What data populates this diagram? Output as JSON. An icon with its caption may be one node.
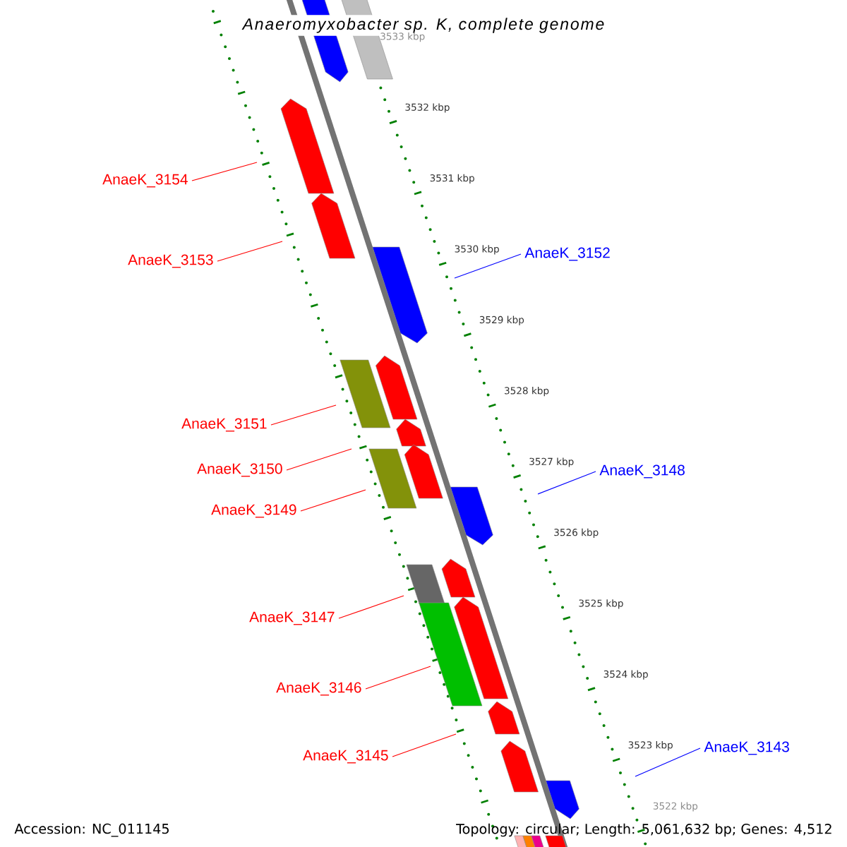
{
  "diagram": {
    "title": "*Anaeromyxobacter sp. K, complete genome*",
    "nodes": [
      {
        "text": [
          "AnaeK_3154"
        ]
      },
      {
        "text": [
          "AnaeK_3153"
        ]
      },
      {
        "text": [
          "AnaeK_3152"
        ]
      },
      {
        "text": [
          "AnaeK_3151"
        ]
      },
      {
        "text": [
          "AnaeK_3150"
        ]
      },
      {
        "text": [
          "AnaeK_3149"
        ]
      },
      {
        "text": [
          "AnaeK_3148"
        ]
      },
      {
        "text": [
          "AnaeK_3147"
        ]
      },
      {
        "text": [
          "AnaeK_3146"
        ]
      },
      {
        "text": [
          "AnaeK_3145"
        ]
      },
      {
        "text": [
          "AnaeK_3143"
        ]
      }
    ],
    "edges": [
      {
        "from": 0,
        "to": null,
        "arrow": "none"
      },
      {
        "from": 1,
        "to": null,
        "arrow": "none"
      },
      {
        "from": 2,
        "to": null,
        "arrow": "none",
        "color": "#0000ff"
      },
      {
        "from": 3,
        "to": null,
        "arrow": "none"
      },
      {
        "from": 4,
        "to": null,
        "arrow": "none"
      },
      {
        "from": 5,
        "to": null,
        "arrow": "none"
      },
      {
        "from": 6,
        "to": null,
        "arrow": "none",
        "color": "#0000ff"
      },
      {
        "from": 7,
        "to": null,
        "arrow": "none"
      },
      {
        "from": 8,
        "to": null,
        "arrow": "none"
      },
      {
        "from": 9,
        "to": null,
        "arrow": "none"
      },
      {
        "from": 10,
        "to": null,
        "arrow": "none",
        "color": "#0000ff"
      }
    ],
    "labels": [
      "3533 kbp",
      "3532 kbp",
      "3531 kbp",
      "3530 kbp",
      "3529 kbp",
      "3528 kbp",
      "3527 kbp",
      "3526 kbp",
      "3525 kbp",
      "3524 kbp",
      "3523 kbp",
      "3522 kbp",
      "Accession: NC_011145",
      "Topology: circular; Length: 5,061,632 bp; Genes: 4,512"
    ]
  }
}
